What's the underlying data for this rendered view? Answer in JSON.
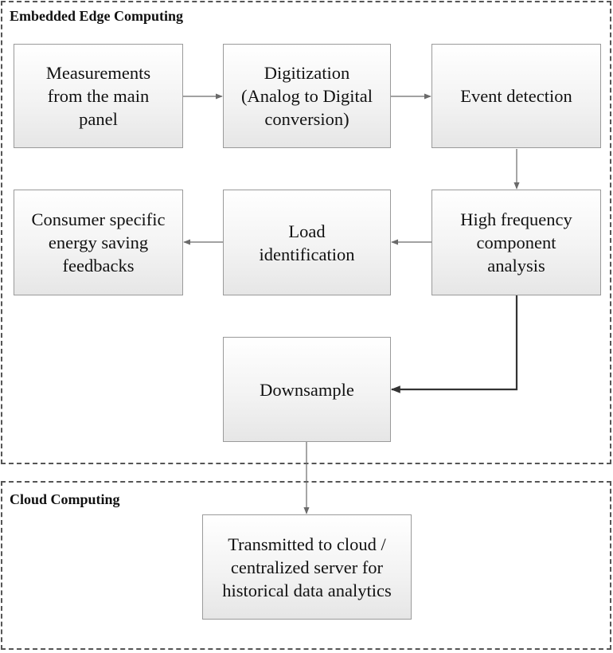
{
  "regions": {
    "edge": {
      "title": "Embedded Edge Computing"
    },
    "cloud": {
      "title": "Cloud Computing"
    }
  },
  "nodes": {
    "measurements": [
      "Measurements",
      "from the main",
      "panel"
    ],
    "digitization": [
      "Digitization",
      "(Analog to Digital",
      "conversion)"
    ],
    "event_detection": [
      "Event detection"
    ],
    "hf_analysis": [
      "High frequency",
      "component",
      "analysis"
    ],
    "load_identification": [
      "Load",
      "identification"
    ],
    "feedback": [
      "Consumer specific",
      "energy saving",
      "feedbacks"
    ],
    "downsample": [
      "Downsample"
    ],
    "transmitted": [
      "Transmitted to cloud /",
      "centralized server for",
      "historical data analytics"
    ]
  },
  "colors": {
    "border": "#555555",
    "box_border": "#9a9a9a",
    "arrow": "#6a6a6a",
    "arrow_bold": "#333333"
  }
}
